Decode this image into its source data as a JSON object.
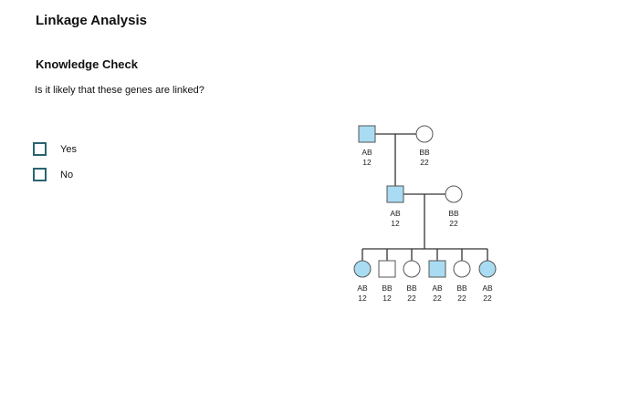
{
  "page": {
    "title": "Linkage Analysis",
    "subtitle": "Knowledge Check",
    "question": "Is it likely that these genes are linked?"
  },
  "options": [
    {
      "label": "Yes",
      "checked": false
    },
    {
      "label": "No",
      "checked": false
    }
  ],
  "colors": {
    "affected_fill": "#a9dcf2",
    "unaffected_fill": "#ffffff",
    "checkbox_border": "#2a6470",
    "line": "#333333"
  },
  "pedigree": {
    "generation1": [
      {
        "sex": "male",
        "affected": true,
        "genotype_a": "AB",
        "genotype_b": "12"
      },
      {
        "sex": "female",
        "affected": false,
        "genotype_a": "BB",
        "genotype_b": "22"
      }
    ],
    "generation2": [
      {
        "sex": "male",
        "affected": true,
        "genotype_a": "AB",
        "genotype_b": "12"
      },
      {
        "sex": "female",
        "affected": false,
        "genotype_a": "BB",
        "genotype_b": "22"
      }
    ],
    "generation3": [
      {
        "sex": "female",
        "affected": true,
        "genotype_a": "AB",
        "genotype_b": "12"
      },
      {
        "sex": "male",
        "affected": false,
        "genotype_a": "BB",
        "genotype_b": "12"
      },
      {
        "sex": "female",
        "affected": false,
        "genotype_a": "BB",
        "genotype_b": "22"
      },
      {
        "sex": "male",
        "affected": true,
        "genotype_a": "AB",
        "genotype_b": "22"
      },
      {
        "sex": "female",
        "affected": false,
        "genotype_a": "BB",
        "genotype_b": "22"
      },
      {
        "sex": "female",
        "affected": true,
        "genotype_a": "AB",
        "genotype_b": "22"
      }
    ]
  }
}
